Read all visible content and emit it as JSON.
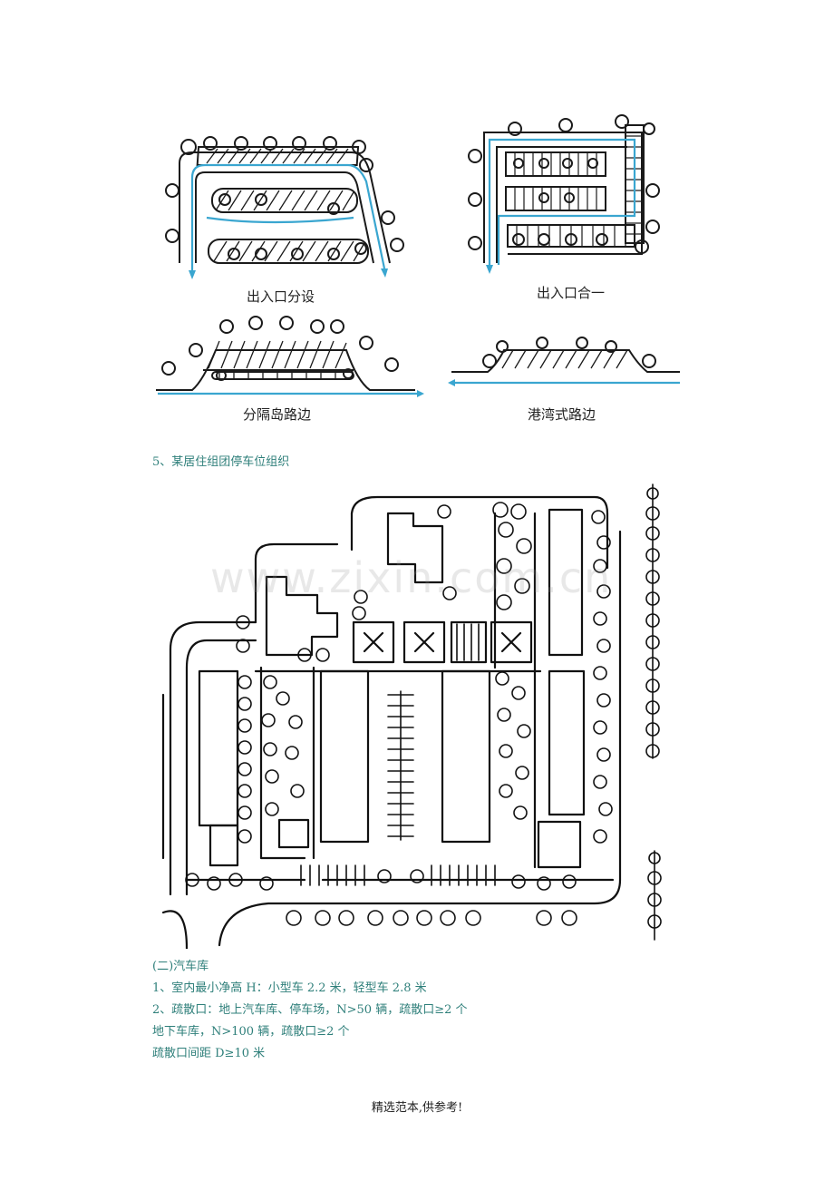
{
  "figure1": {
    "labels": {
      "separate_entrance": "出入口分设",
      "combined_entrance": "出入口合一",
      "island_roadside": "分隔岛路边",
      "bay_roadside": "港湾式路边"
    }
  },
  "figure2_caption": "5、某居住组团停车位组织",
  "watermark": "www.zixin.com.cn",
  "section": {
    "heading": "(二)汽车库",
    "lines": [
      "1、室内最小净高 H：小型车 2.2 米，轻型车 2.8 米",
      "2、疏散口：地上汽车库、停车场，N>50 辆，疏散口≥2 个",
      "地下车库，N>100 辆，疏散口≥2 个",
      "疏散口间距 D≥10 米"
    ]
  },
  "footer": "精选范本,供参考!",
  "colors": {
    "caption_text": "#2e7f7a",
    "flow_arrow": "#3aa6d0",
    "ink": "#1a1a1a"
  }
}
